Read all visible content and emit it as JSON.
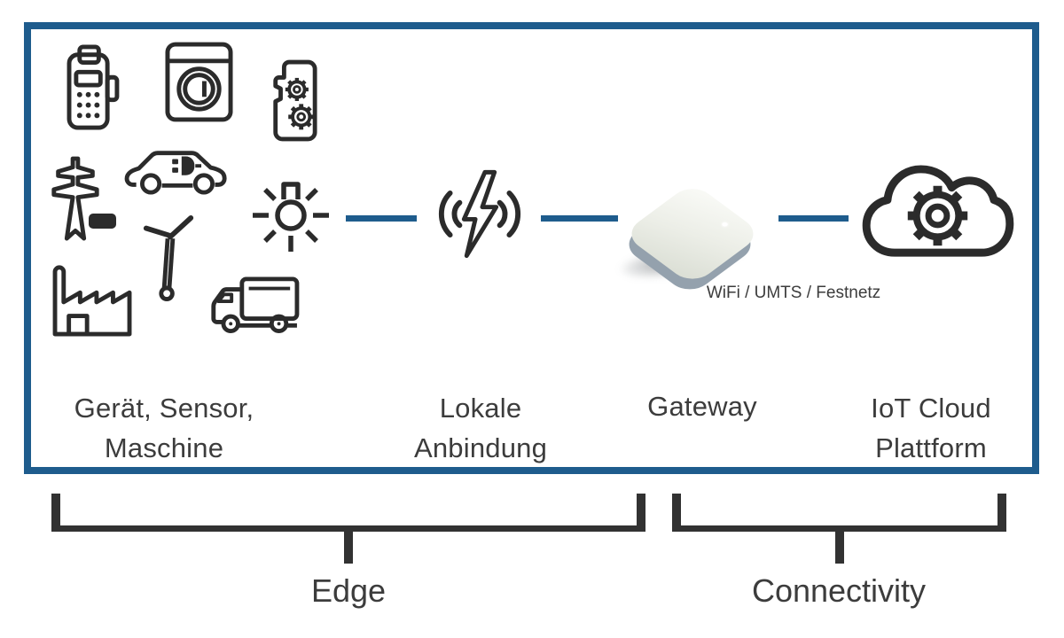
{
  "colors": {
    "accent": "#1e5c8d",
    "icon_stroke": "#2b2b2b",
    "text": "#3c3c3c",
    "bracket": "#323232",
    "gateway_side": "#94a1ad"
  },
  "stages": {
    "devices": {
      "line1": "Gerät, Sensor,",
      "line2": "Maschine"
    },
    "local_link": {
      "line1": "Lokale",
      "line2": "Anbindung"
    },
    "gateway": {
      "line1": "Gateway"
    },
    "cloud": {
      "line1": "IoT Cloud",
      "line2": "Plattform"
    }
  },
  "gateway_link_label": "WiFi / UMTS / Festnetz",
  "groups": {
    "edge": "Edge",
    "connectivity": "Connectivity"
  },
  "icons": [
    "payment-terminal",
    "washing-machine",
    "smartphone-gears",
    "power-pylon",
    "battery-module",
    "electric-car",
    "smart-light",
    "factory",
    "wind-turbine",
    "truck",
    "wireless-power-link",
    "gateway-device",
    "iot-cloud-gear"
  ]
}
